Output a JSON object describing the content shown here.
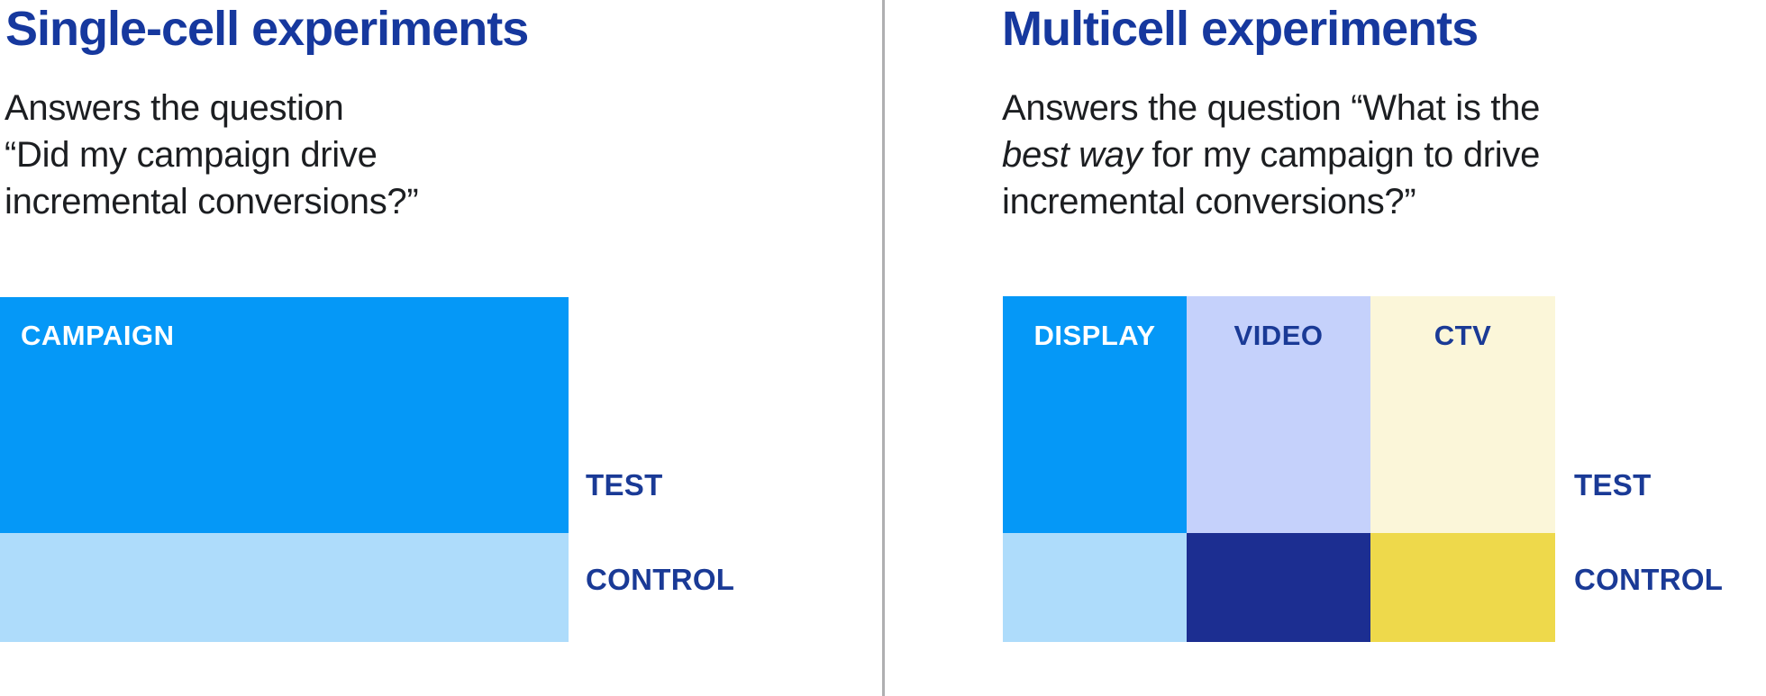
{
  "colors": {
    "background": "#FFFFFF",
    "divider": "#AFAFB1",
    "heading": "#16389E",
    "body_text": "#1C1E21",
    "navy_text": "#1A3A96",
    "bright_blue": "#0598F7",
    "light_blue": "#AEDCFB",
    "lavender": "#C5D1FB",
    "navy": "#1C2E91",
    "cream": "#FBF6D9",
    "yellow": "#EED94B",
    "white": "#FFFFFF"
  },
  "left": {
    "title": "Single-cell experiments",
    "description_lines": [
      "Answers the question",
      "“Did my campaign drive",
      "incremental conversions?”"
    ],
    "campaign_label": "CAMPAIGN",
    "test_label": "TEST",
    "control_label": "CONTROL"
  },
  "right": {
    "title": "Multicell experiments",
    "description": {
      "line1": "Answers the question “What is the",
      "line2_italic": "best way",
      "line2_rest": " for my campaign to drive",
      "line3": "incremental conversions?”"
    },
    "columns": [
      {
        "label": "DISPLAY"
      },
      {
        "label": "VIDEO"
      },
      {
        "label": "CTV"
      }
    ],
    "test_label": "TEST",
    "control_label": "CONTROL"
  }
}
